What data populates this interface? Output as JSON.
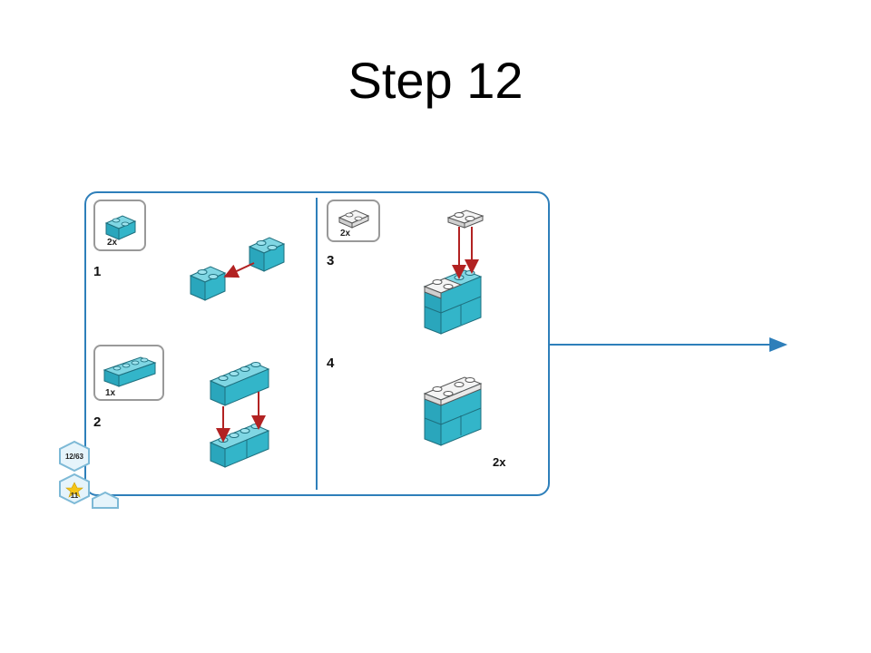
{
  "slide": {
    "title": "Step 12"
  },
  "panel": {
    "callouts": [
      {
        "qty": "2x",
        "part": "teal-brick-1x2"
      },
      {
        "qty": "1x",
        "part": "teal-brick-1x4"
      },
      {
        "qty": "2x",
        "part": "white-plate-1x2"
      }
    ],
    "steps": [
      "1",
      "2",
      "3",
      "4"
    ],
    "bottom_qty": "2x"
  },
  "badges": {
    "progress": "12/63",
    "count": "11"
  },
  "colors": {
    "frame": "#2e7fba",
    "teal_brick": "#3bb7cc",
    "white_plate": "#eeeeee",
    "arrow": "#b22222"
  }
}
